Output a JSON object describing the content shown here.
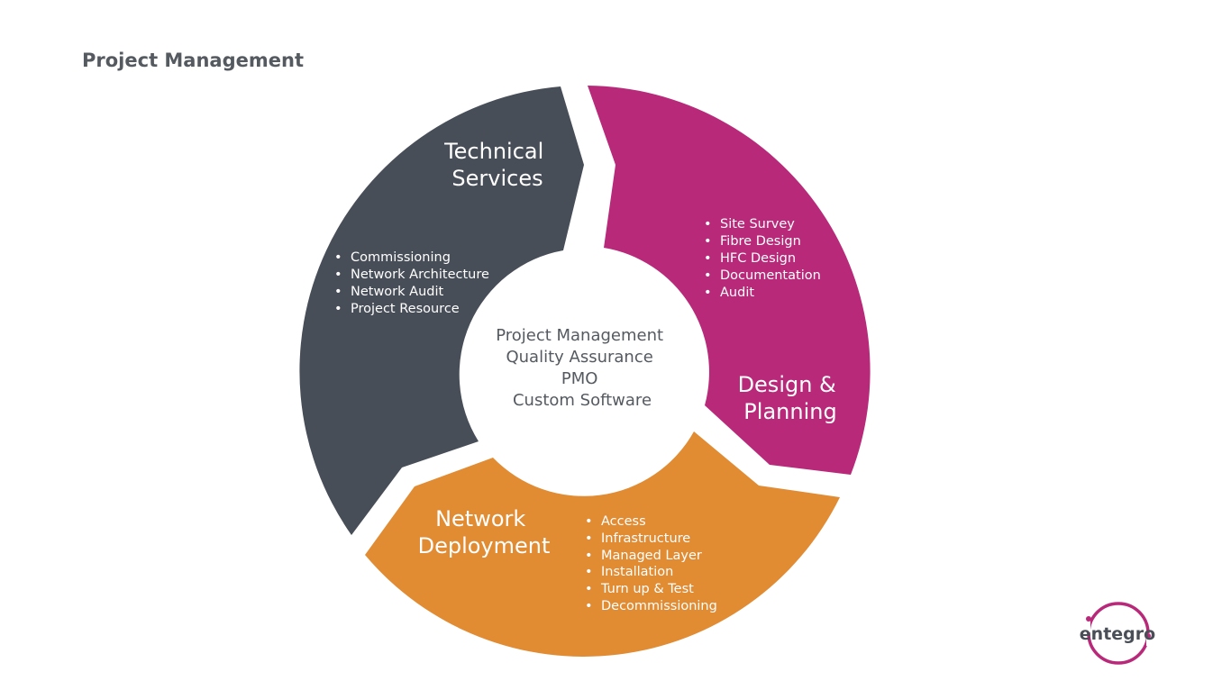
{
  "header": {
    "title": "Project Management"
  },
  "colors": {
    "technical": "#474e58",
    "design": "#b8297a",
    "deployment": "#e18b33",
    "center_text": "#555a60",
    "logo_ring": "#b8297a"
  },
  "segments": [
    {
      "id": "technical",
      "title": [
        "Technical",
        "Services"
      ],
      "items": [
        "Commissioning",
        "Network Architecture",
        "Network Audit",
        "Project Resource"
      ]
    },
    {
      "id": "design",
      "title": [
        "Design &",
        "Planning"
      ],
      "items": [
        "Site Survey",
        "Fibre Design",
        "HFC Design",
        "Documentation",
        "Audit"
      ]
    },
    {
      "id": "deployment",
      "title": [
        "Network",
        "Deployment"
      ],
      "items": [
        "Access",
        "Infrastructure",
        "Managed Layer",
        "Installation",
        "Turn up & Test",
        "Decommissioning"
      ]
    }
  ],
  "center": {
    "lines": [
      "Project Management",
      "Quality Assurance",
      "PMO",
      "Custom Software"
    ]
  },
  "logo": {
    "text": "entegro"
  }
}
